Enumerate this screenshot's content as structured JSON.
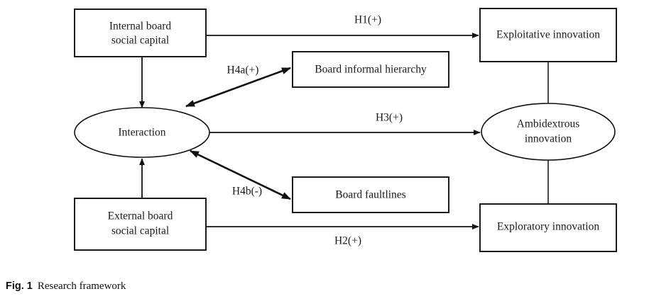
{
  "figure": {
    "caption_label": "Fig. 1",
    "caption_text": "Research framework"
  },
  "diagram": {
    "type": "research-framework",
    "nodes": [
      {
        "id": "internal-board-social-capital",
        "shape": "rect",
        "line1": "Internal board",
        "line2": "social capital"
      },
      {
        "id": "external-board-social-capital",
        "shape": "rect",
        "line1": "External board",
        "line2": "social capital"
      },
      {
        "id": "interaction",
        "shape": "ellipse",
        "line1": "Interaction"
      },
      {
        "id": "board-informal-hierarchy",
        "shape": "rect",
        "line1": "Board informal hierarchy"
      },
      {
        "id": "board-faultlines",
        "shape": "rect",
        "line1": "Board faultlines"
      },
      {
        "id": "exploitative-innovation",
        "shape": "rect",
        "line1": "Exploitative innovation"
      },
      {
        "id": "exploratory-innovation",
        "shape": "rect",
        "line1": "Exploratory innovation"
      },
      {
        "id": "ambidextrous-innovation",
        "shape": "ellipse",
        "line1": "Ambidextrous",
        "line2": "innovation"
      }
    ],
    "edges": [
      {
        "id": "h1",
        "label": "H1(+)",
        "from": "internal-board-social-capital",
        "to": "exploitative-innovation",
        "arrow": "single"
      },
      {
        "id": "h2",
        "label": "H2(+)",
        "from": "external-board-social-capital",
        "to": "exploratory-innovation",
        "arrow": "single"
      },
      {
        "id": "h3",
        "label": "H3(+)",
        "from": "interaction",
        "to": "ambidextrous-innovation",
        "arrow": "single"
      },
      {
        "id": "h4a",
        "label": "H4a(+)",
        "from": "interaction",
        "to": "board-informal-hierarchy",
        "arrow": "double"
      },
      {
        "id": "h4b",
        "label": "H4b(-)",
        "from": "interaction",
        "to": "board-faultlines",
        "arrow": "double"
      },
      {
        "id": "internal-to-interaction",
        "label": "",
        "from": "internal-board-social-capital",
        "to": "interaction",
        "arrow": "single"
      },
      {
        "id": "external-to-interaction",
        "label": "",
        "from": "external-board-social-capital",
        "to": "interaction",
        "arrow": "single"
      },
      {
        "id": "exploitative-to-ambidextrous",
        "label": "",
        "from": "exploitative-innovation",
        "to": "ambidextrous-innovation",
        "arrow": "none"
      },
      {
        "id": "ambidextrous-to-exploratory",
        "label": "",
        "from": "ambidextrous-innovation",
        "to": "exploratory-innovation",
        "arrow": "none"
      }
    ]
  },
  "colors": {
    "stroke": "#111111",
    "fill": "#ffffff",
    "text": "#1a1a1a"
  }
}
